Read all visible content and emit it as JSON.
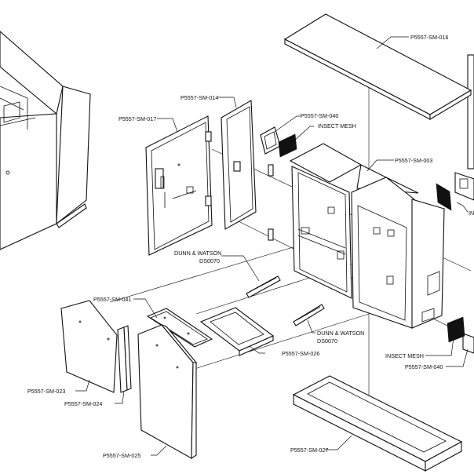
{
  "labels": {
    "p016": "P5557-SM-016",
    "p014": "P5557-SM-014",
    "p017": "P5557-SM-017",
    "p040_top": "P5557-SM-040",
    "mesh_top": "INSECT MESH",
    "p003": "P5557-SM-003",
    "mesh_right_partial": "IN",
    "dw_left_1": "DUNN & WATSON",
    "dw_left_2": "DS0070",
    "p041": "P5557-SM-041",
    "dw_right_1": "DUNN & WATSON",
    "dw_right_2": "DS0070",
    "p026": "P5557-SM-026",
    "mesh_bottom": "INSECT MESH",
    "p040_bottom": "P5557-SM-040",
    "p023": "P5557-SM-023",
    "p024": "P5557-SM-024",
    "p025": "P5557-SM-025",
    "p027": "P5557-SM-027"
  }
}
